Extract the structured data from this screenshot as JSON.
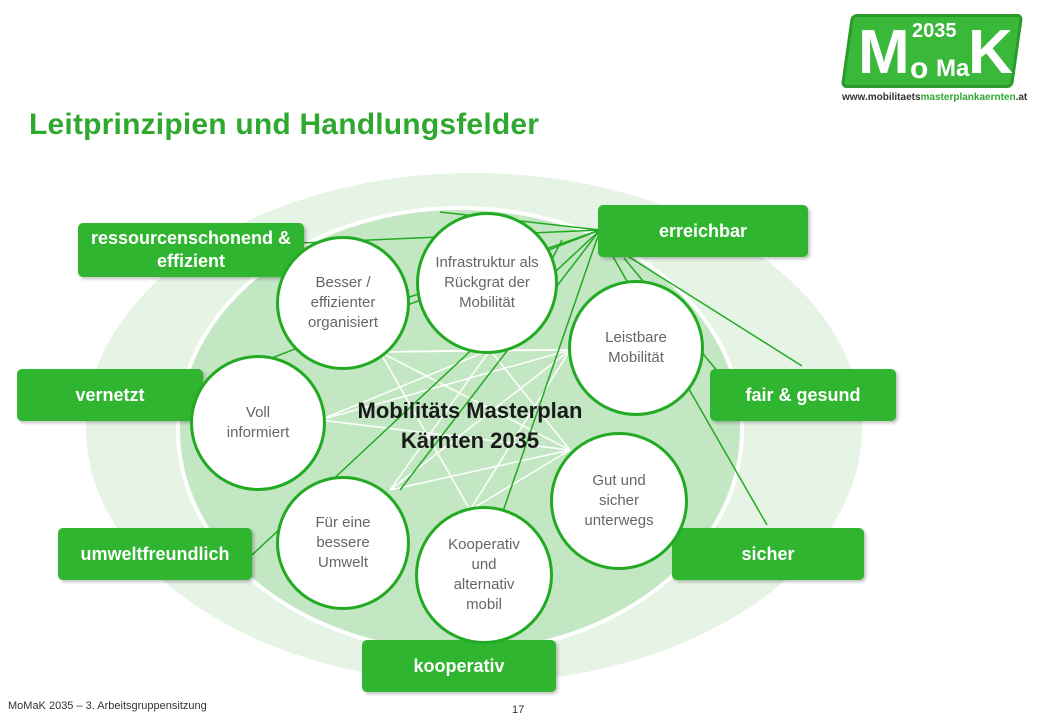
{
  "title": "Leitprinzipien und Handlungsfelder",
  "logo": {
    "letters": [
      "M",
      "o",
      "Ma",
      "K"
    ],
    "year": "2035",
    "url_parts": [
      "www.mobilitaets",
      "masterplan",
      "kaernten",
      ".at"
    ]
  },
  "center": {
    "line1": "Mobilitäts Masterplan",
    "line2": "Kärnten 2035"
  },
  "principles": [
    "ressourcenschonend & effizient",
    "erreichbar",
    "vernetzt",
    "fair & gesund",
    "umweltfreundlich",
    "sicher",
    "kooperativ"
  ],
  "fields": [
    "Besser / effizienter organisiert",
    "Infrastruktur als Rückgrat der Mobilität",
    "Leistbare Mobilität",
    "Voll informiert",
    "Gut und sicher unterwegs",
    "Für eine bessere Umwelt",
    "Kooperativ und alternativ mobil"
  ],
  "footer": "MoMaK 2035 – 3. Arbeitsgruppensitzung",
  "page_number": "17",
  "colors": {
    "brand_green": "#2fb52f",
    "title_green": "#2fa82f",
    "outer_ellipse": "#e6f4e6",
    "inner_ellipse": "#c3e6c3"
  }
}
